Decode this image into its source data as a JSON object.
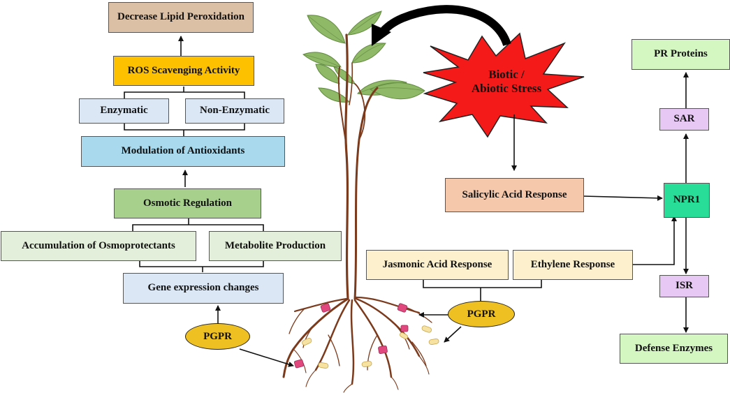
{
  "colors": {
    "tan": "#dcc0a6",
    "orange": "#fdc100",
    "light_blue": "#dbe7f4",
    "sky_blue": "#a8d9ec",
    "green": "#a6d08b",
    "pale_green": "#e3efda",
    "cream": "#fdf1cd",
    "peach": "#f6c8ab",
    "teal": "#27dd98",
    "lavender": "#e7c8f5",
    "lime": "#d4f7c2",
    "pgpr_fill": "#efc022",
    "star_red": "#f51a1a",
    "stem_brown": "#7c3a1c",
    "leaf_green": "#8fb867"
  },
  "left": {
    "lipid": "Decrease Lipid Peroxidation",
    "ros": "ROS Scavenging Activity",
    "enzymatic": "Enzymatic",
    "non_enzymatic": "Non-Enzymatic",
    "antioxidants": "Modulation of Antioxidants",
    "osmotic": "Osmotic Regulation",
    "osmoprotectants": "Accumulation of Osmoprotectants",
    "metabolite": "Metabolite Production",
    "gene": "Gene expression changes",
    "pgpr": "PGPR"
  },
  "center": {
    "stress_line1": "Biotic /",
    "stress_line2": "Abiotic Stress",
    "jasmonic": "Jasmonic Acid Response",
    "ethylene": "Ethylene Response",
    "pgpr": "PGPR"
  },
  "right": {
    "salicylic": "Salicylic Acid Response",
    "npr1": "NPR1",
    "sar": "SAR",
    "pr_proteins": "PR Proteins",
    "isr": "ISR",
    "defense": "Defense Enzymes"
  }
}
